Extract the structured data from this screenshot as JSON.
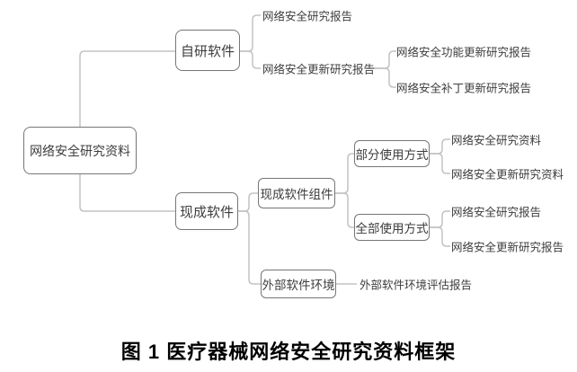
{
  "figure": {
    "caption": "图 1 医疗器械网络安全研究资料框架",
    "colors": {
      "background": "#ffffff",
      "box_border": "#767676",
      "text": "#3d3d3d",
      "connector_line": "#c3c3c3",
      "caption_text": "#000000"
    },
    "tree": {
      "label": "网络安全研究资料",
      "children": [
        {
          "label": "自研软件",
          "children": [
            {
              "label": "网络安全研究报告"
            },
            {
              "label": "网络安全更新研究报告",
              "children": [
                {
                  "label": "网络安全功能更新研究报告"
                },
                {
                  "label": "网络安全补丁更新研究报告"
                }
              ]
            }
          ]
        },
        {
          "label": "现成软件",
          "children": [
            {
              "label": "现成软件组件",
              "children": [
                {
                  "label": "部分使用方式",
                  "children": [
                    {
                      "label": "网络安全研究资料"
                    },
                    {
                      "label": "网络安全更新研究资料"
                    }
                  ]
                },
                {
                  "label": "全部使用方式",
                  "children": [
                    {
                      "label": "网络安全研究报告"
                    },
                    {
                      "label": "网络安全更新研究报告"
                    }
                  ]
                }
              ]
            },
            {
              "label": "外部软件环境",
              "children": [
                {
                  "label": "外部软件环境评估报告"
                }
              ]
            }
          ]
        }
      ]
    }
  }
}
